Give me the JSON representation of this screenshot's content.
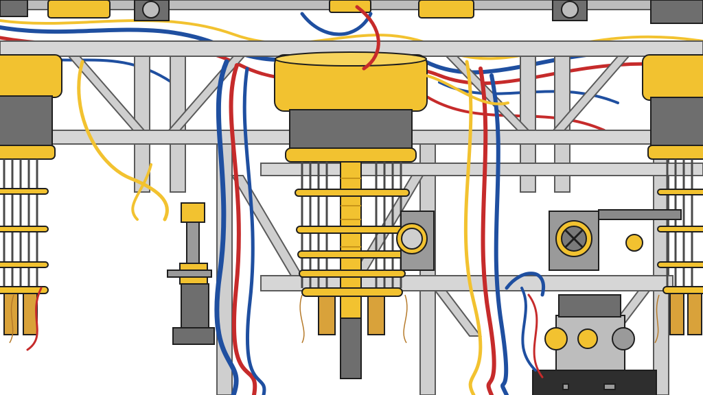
{
  "image": {
    "kind": "illustration",
    "subject_icon": "cryogenic-apparatus-icon"
  },
  "palette": {
    "background": "#ffffff",
    "frame": "#cfcfcf",
    "frame_edge": "#5a5a5a",
    "outline": "#1e1e1e",
    "yellow": "#f2c230",
    "yellow_dark": "#c8951a",
    "gray": "#6e6e6e",
    "gray_dark": "#4a4a4a",
    "red": "#c62b2b",
    "blue": "#1f4fa0",
    "copper": "#d9a23a"
  },
  "parts": {
    "assemblies": 3,
    "rings_per_assembly": 5,
    "coils_per_assembly": 2
  }
}
